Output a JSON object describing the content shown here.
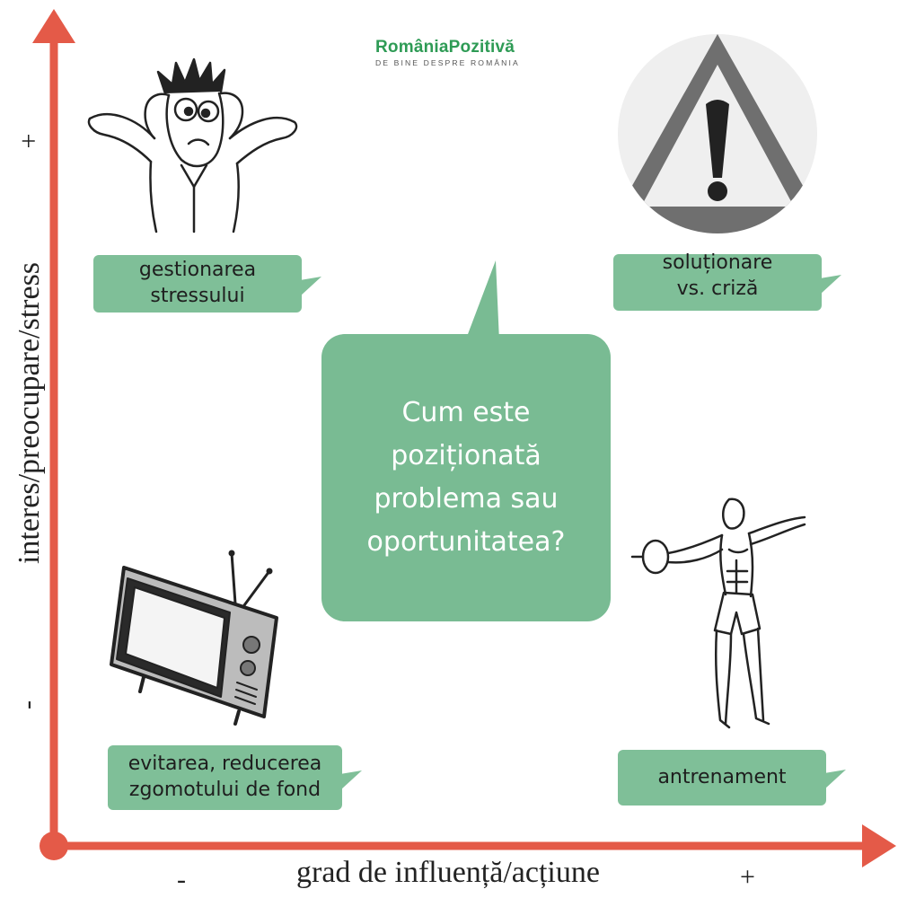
{
  "logo": {
    "name": "RomâniaPozitivă",
    "tagline": "DE BINE DESPRE ROMÂNIA"
  },
  "axes": {
    "y_title": "interes/preocupare/stress",
    "x_title": "grad de influență/acțiune",
    "y_plus": "+",
    "y_minus": "-",
    "x_minus": "-",
    "x_plus": "+",
    "color": "#e45a48"
  },
  "center": {
    "question": "Cum este poziționată problema sau oportunitatea?"
  },
  "quadrants": {
    "top_left": "gestionarea stressului",
    "top_right": "soluționare vs. criză",
    "bottom_left": "evitarea, reducerea zgomotului de fond",
    "bottom_right": "antrenament"
  },
  "colors": {
    "bubble": "#7fbf98",
    "logo": "#2e9b55"
  }
}
